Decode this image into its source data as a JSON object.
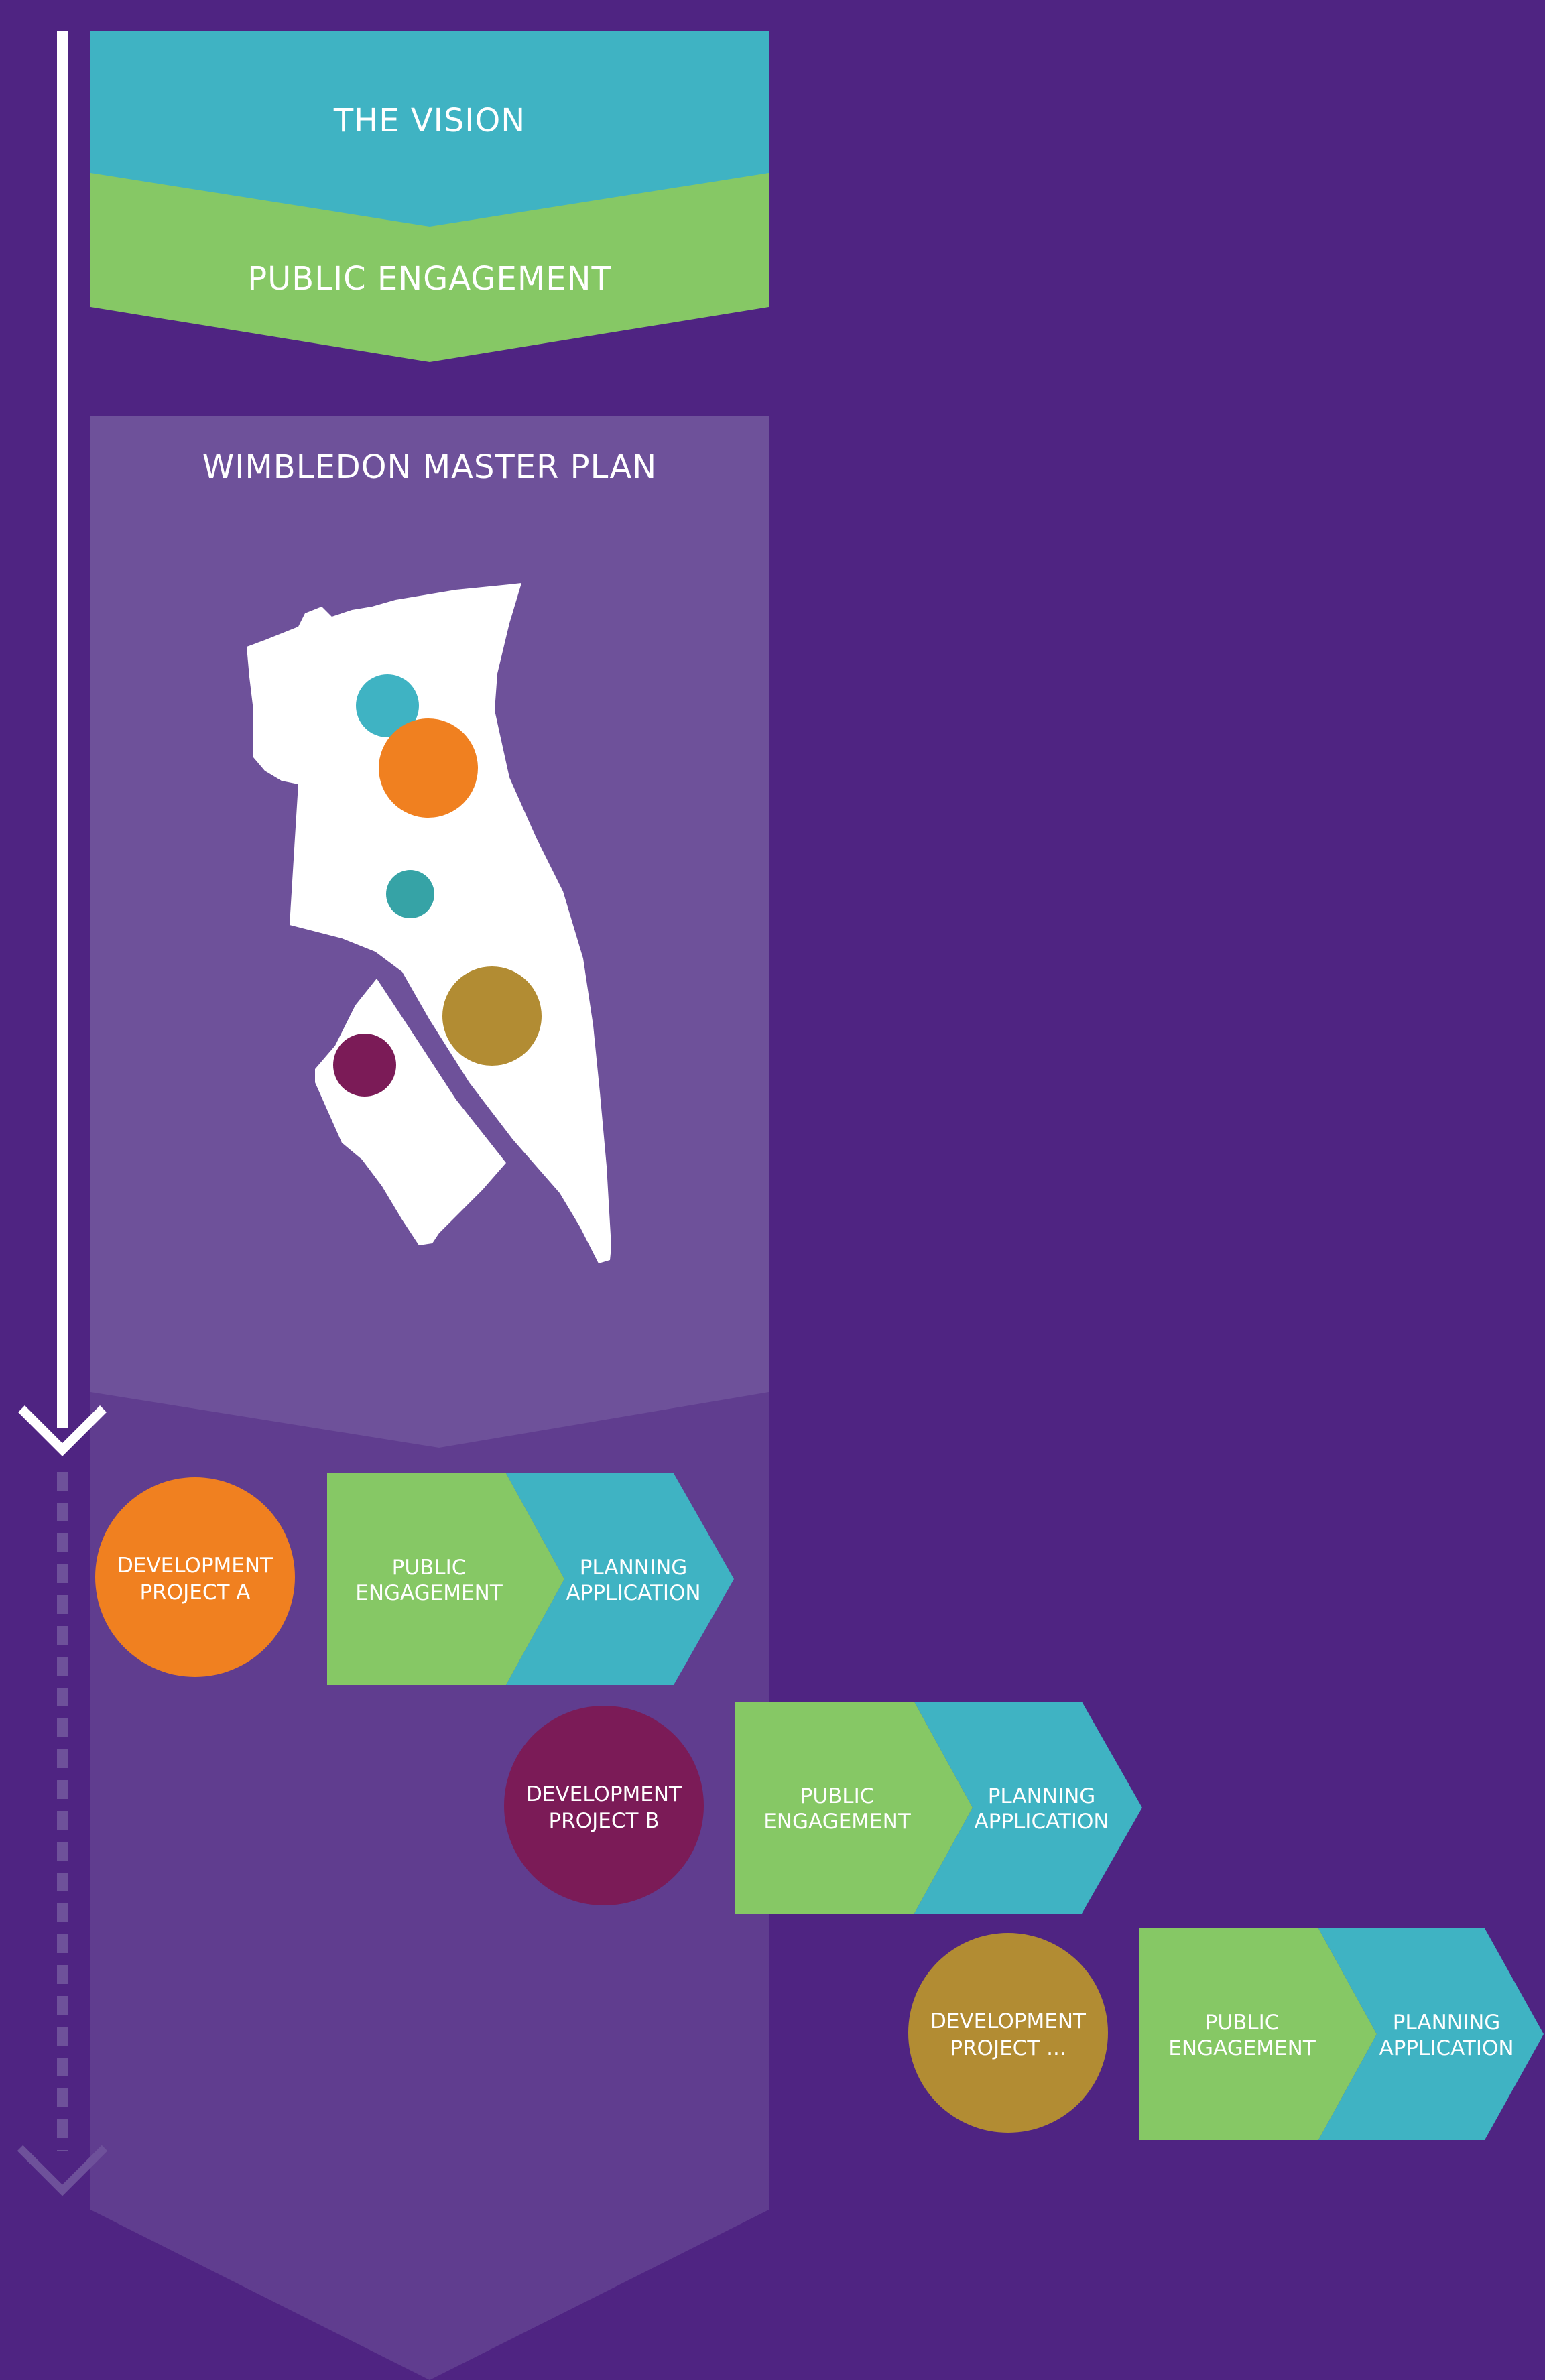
{
  "vision": {
    "label": "THE VISION"
  },
  "engagement": {
    "label": "PUBLIC ENGAGEMENT"
  },
  "master_plan": {
    "title": "WIMBLEDON MASTER PLAN"
  },
  "projects": [
    {
      "line1": "DEVELOPMENT",
      "line2": "PROJECT A",
      "color": "#f08020"
    },
    {
      "line1": "DEVELOPMENT",
      "line2": "PROJECT B",
      "color": "#7b1b57"
    },
    {
      "line1": "DEVELOPMENT",
      "line2": "PROJECT ...",
      "color": "#b28c33"
    }
  ],
  "stage_labels": {
    "engagement_line1": "PUBLIC",
    "engagement_line2": "ENGAGEMENT",
    "planning_line1": "PLANNING",
    "planning_line2": "APPLICATION"
  },
  "colors": {
    "background": "#4f2482",
    "teal": "#3fb3c3",
    "green": "#86c865",
    "orange": "#f08020",
    "dark_teal": "#36a3a6",
    "gold": "#b28c33",
    "plum": "#7b1b57"
  }
}
